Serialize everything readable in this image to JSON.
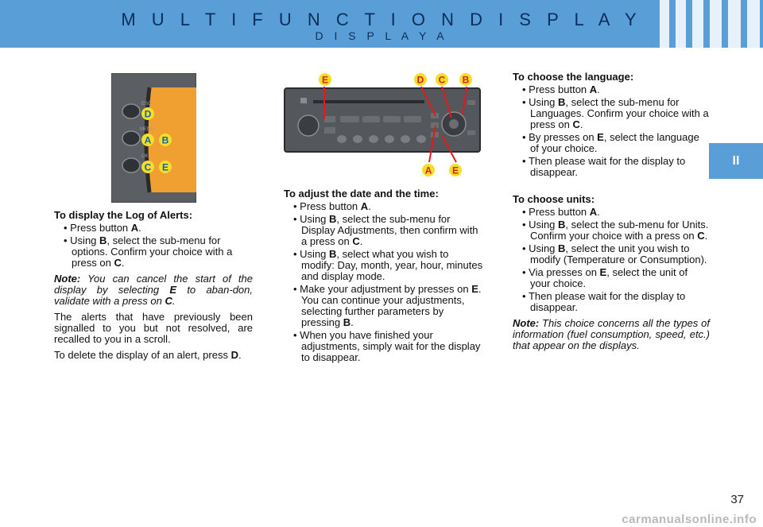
{
  "header": {
    "title": "M U L T I F U N C T I O N   D I S P L A Y",
    "subtitle": "D I S P L A Y   A"
  },
  "side_tab": "II",
  "labels": {
    "a": "A",
    "b": "B",
    "c": "C",
    "d": "D",
    "e": "E"
  },
  "left": {
    "heading": "To display the Log of Alerts:",
    "b1_pre": "Press button ",
    "b1_key": "A",
    "b1_post": ".",
    "b2_pre": "Using ",
    "b2_key": "B",
    "b2_mid": ", select the sub-menu for options. Confirm your choice with a press on ",
    "b2_key2": "C",
    "b2_post": ".",
    "note_label": "Note:",
    "note_pre": " You can cancel the start of the display by selecting ",
    "note_key": "E",
    "note_mid": " to aban-don, validate with a press on ",
    "note_key2": "C",
    "note_post": ".",
    "para1": "The alerts that have previously been signalled to you but not resolved, are recalled to you in a scroll.",
    "para2_pre": "To delete the display of an alert, press ",
    "para2_key": "D",
    "para2_post": "."
  },
  "middle": {
    "heading": "To adjust the date and the time:",
    "b1_pre": "Press button ",
    "b1_key": "A",
    "b1_post": ".",
    "b2_pre": "Using ",
    "b2_key": "B",
    "b2_mid": ", select the sub-menu for Display Adjustments, then confirm with a press on ",
    "b2_key2": "C",
    "b2_post": ".",
    "b3_pre": "Using ",
    "b3_key": "B",
    "b3_post": ", select what you wish to modify: Day, month, year, hour, minutes and display mode.",
    "b4_pre": "Make your adjustment by presses on ",
    "b4_key": "E",
    "b4_mid": ". You can continue your adjustments, selecting further parameters by pressing ",
    "b4_key2": "B",
    "b4_post": ".",
    "b5": "When you have finished your adjustments, simply wait for the display to disappear."
  },
  "right": {
    "lang_heading": "To choose the language:",
    "l1_pre": "Press button ",
    "l1_key": "A",
    "l1_post": ".",
    "l2_pre": "Using ",
    "l2_key": "B",
    "l2_mid": ", select the sub-menu for Languages. Confirm your choice with a press on ",
    "l2_key2": "C",
    "l2_post": ".",
    "l3_pre": "By presses on ",
    "l3_key": "E",
    "l3_post": ", select the language of your choice.",
    "l4": "Then please wait for the display to disappear.",
    "units_heading": "To choose units:",
    "u1_pre": "Press button ",
    "u1_key": "A",
    "u1_post": ".",
    "u2_pre": "Using ",
    "u2_key": "B",
    "u2_mid": ", select the sub-menu for Units. Confirm your choice with a press on ",
    "u2_key2": "C",
    "u2_post": ".",
    "u3_pre": "Using ",
    "u3_key": "B",
    "u3_post": ", select the unit you wish to modify (Temperature or Consumption).",
    "u4_pre": "Via presses on ",
    "u4_key": "E",
    "u4_post": ", select the unit of your choice.",
    "u5": "Then please wait for the display to disappear.",
    "note_label": "Note:",
    "note_text": " This choice concerns all the types of information (fuel consumption, speed, etc.) that appear on the displays."
  },
  "page_number": "37",
  "watermark": "carmanualsonline.info",
  "colors": {
    "header": "#5a9ed8",
    "badge_fill": "#f2df2a",
    "badge_text": "#1a5fb0",
    "pointer": "#e11a1a",
    "display_orange": "#f0a030"
  }
}
